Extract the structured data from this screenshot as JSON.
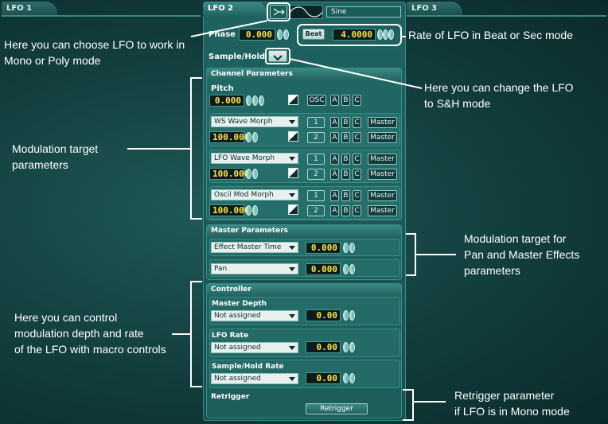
{
  "tabs": {
    "lfo1": "LFO 1",
    "lfo2": "LFO 2",
    "lfo3": "LFO 3"
  },
  "header": {
    "waveform": "Sine"
  },
  "phase": {
    "label": "Phase",
    "value": "0.000"
  },
  "rate": {
    "mode_button": "Beat",
    "value": "4.0000"
  },
  "sample_hold": {
    "label": "Sample/Hold"
  },
  "channel": {
    "title": "Channel Parameters",
    "pitch": {
      "label": "Pitch",
      "value": "0.000",
      "osc_button": "OSC",
      "a": "A",
      "b": "B",
      "c": "C"
    },
    "targets": [
      {
        "name": "WS  Wave Morph",
        "value": "100.000",
        "slot1": "1",
        "slot2": "2",
        "a": "A",
        "b": "B",
        "c": "C",
        "master": "Master"
      },
      {
        "name": "LFO  Wave Morph",
        "value": "100.000",
        "slot1": "1",
        "slot2": "2",
        "a": "A",
        "b": "B",
        "c": "C",
        "master": "Master"
      },
      {
        "name": "Oscil  Mod Morph",
        "value": "100.000",
        "slot1": "1",
        "slot2": "2",
        "a": "A",
        "b": "B",
        "c": "C",
        "master": "Master"
      }
    ]
  },
  "master_params": {
    "title": "Master Parameters",
    "rows": [
      {
        "name": "Effect Master Time",
        "value": "0.000"
      },
      {
        "name": "Pan",
        "value": "0.000"
      }
    ]
  },
  "controller": {
    "title": "Controller",
    "rows": [
      {
        "label": "Master Depth",
        "select": "Not assigned",
        "value": "0.00"
      },
      {
        "label": "LFO Rate",
        "select": "Not assigned",
        "value": "0.00"
      },
      {
        "label": "Sample/Hold Rate",
        "select": "Not assigned",
        "value": "0.00"
      }
    ],
    "retrigger_label": "Retrigger",
    "retrigger_button": "Retrigger"
  },
  "annotations": {
    "mono_poly": [
      "Here you can choose LFO to work in",
      "Mono or Poly mode"
    ],
    "rate": "Rate of LFO in Beat or Sec mode",
    "sh": [
      "Here you can change the LFO",
      "to S&H mode"
    ],
    "mod_target": [
      "Modulation target",
      "parameters"
    ],
    "master_target": [
      "Modulation target for",
      "Pan and Master Effects",
      "parameters"
    ],
    "macro": [
      "Here you can control",
      "modulation depth and rate",
      "of the LFO with macro controls"
    ],
    "retrigger": [
      "Retrigger parameter",
      "if LFO is in Mono  mode"
    ]
  }
}
